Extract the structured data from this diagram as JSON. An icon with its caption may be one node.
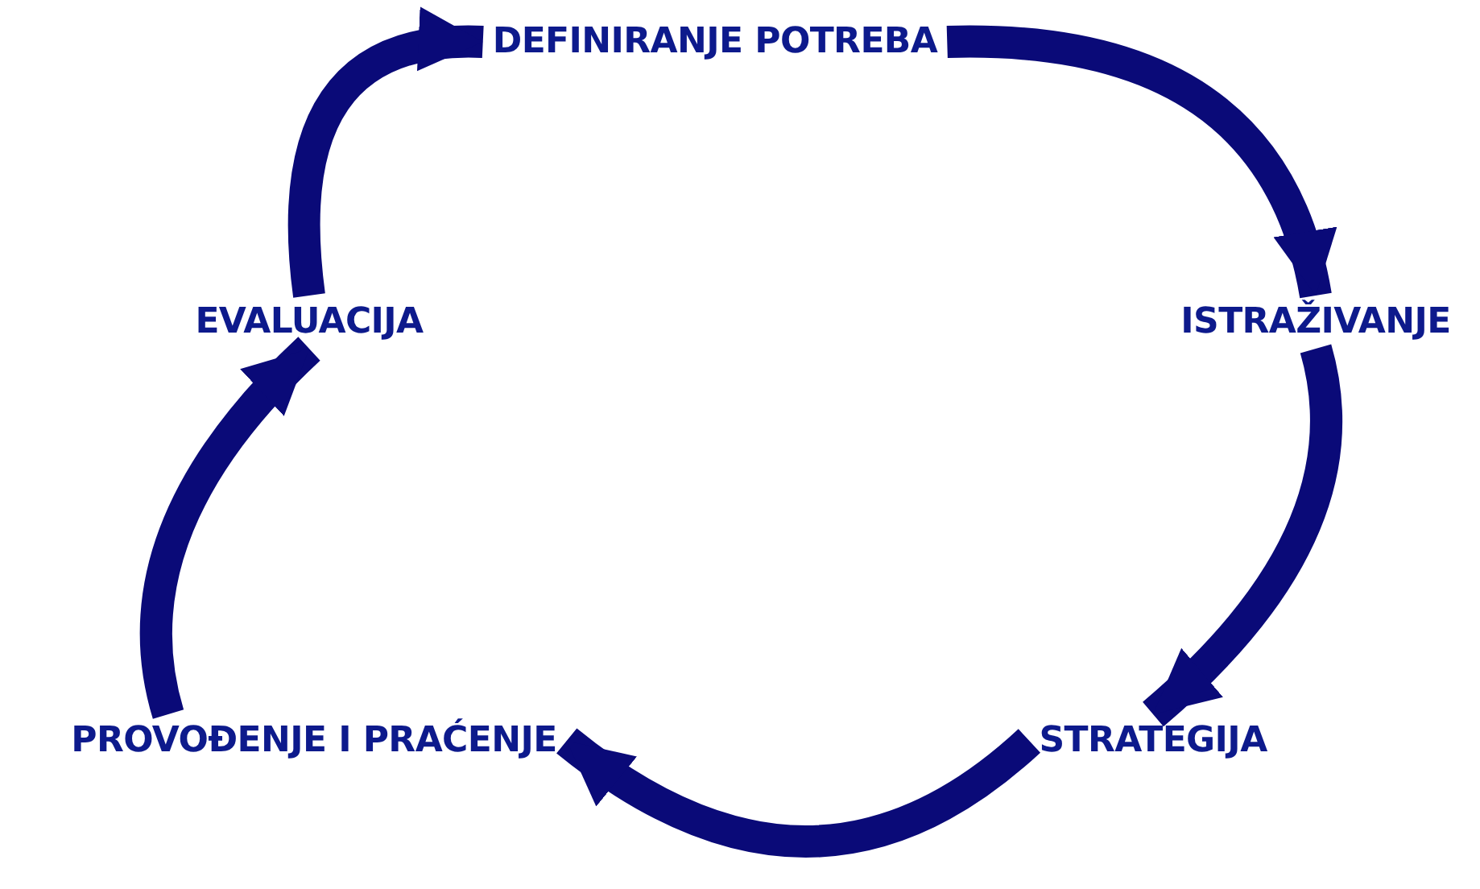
{
  "diagram": {
    "nodes": [
      {
        "text": [
          "DEFINIRANJE POTREBA"
        ]
      },
      {
        "text": [
          "ISTRAŽIVANJE"
        ]
      },
      {
        "text": [
          "STRATEGIJA"
        ]
      },
      {
        "text": [
          "PROVOĐENJE I PRAĆENJE"
        ]
      },
      {
        "text": [
          "EVALUACIJA"
        ]
      }
    ],
    "edges": [
      {
        "from": 0,
        "to": 1,
        "arrow": "to"
      },
      {
        "from": 1,
        "to": 2,
        "arrow": "to"
      },
      {
        "from": 2,
        "to": 3,
        "arrow": "to"
      },
      {
        "from": 3,
        "to": 4,
        "arrow": "to"
      },
      {
        "from": 4,
        "to": 0,
        "arrow": "to"
      }
    ]
  }
}
